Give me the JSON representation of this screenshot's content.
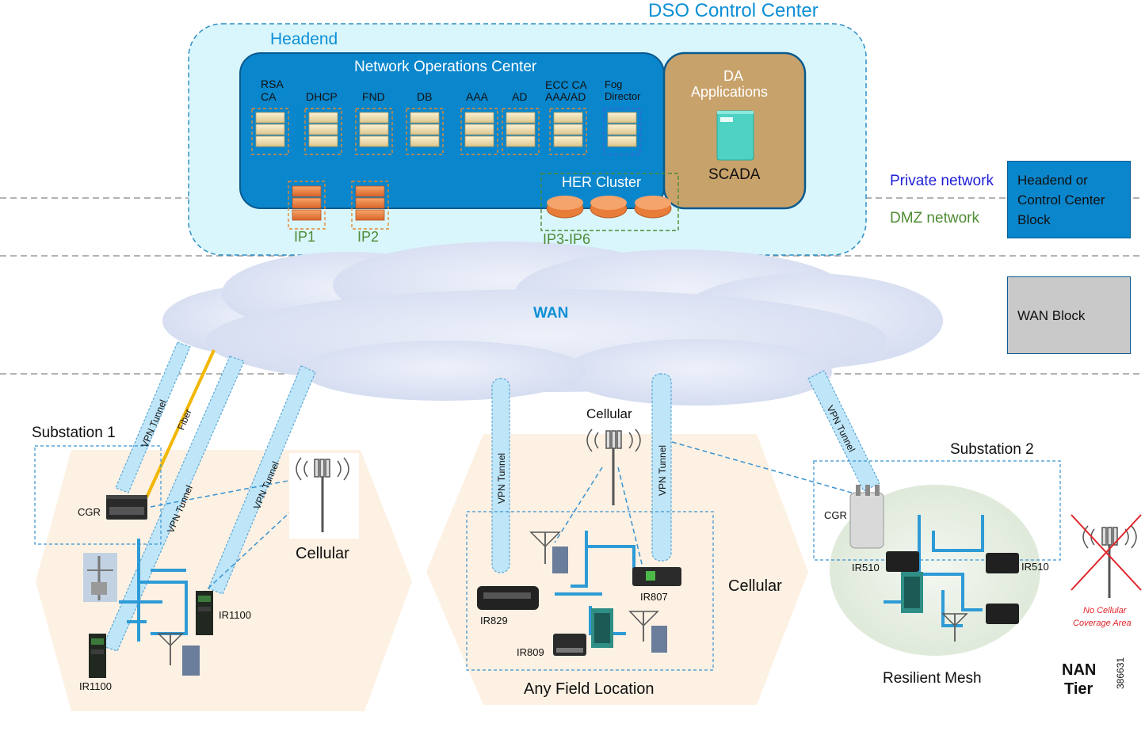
{
  "control_center": {
    "title": "DSO Control Center",
    "headend": "Headend",
    "noc": {
      "title": "Network Operations Center",
      "servers": [
        "RSA CA",
        "DHCP",
        "FND",
        "DB",
        "AAA",
        "AD",
        "ECC CA AAA/AD",
        "Fog Director"
      ]
    },
    "da": {
      "title_line1": "DA",
      "title_line2": "Applications",
      "scada": "SCADA"
    },
    "her_cluster": "HER Cluster",
    "ip_labels": {
      "ip1": "IP1",
      "ip2": "IP2",
      "ip3_6": "IP3-IP6"
    }
  },
  "zones": {
    "private": "Private network",
    "dmz": "DMZ network"
  },
  "blocks": {
    "headend": {
      "line1": "Headend or",
      "line2": "Control Center",
      "line3": "Block"
    },
    "wan": "WAN Block"
  },
  "wan_label": "WAN",
  "field": {
    "substation1": "Substation 1",
    "substation2": "Substation 2",
    "vpn_tunnel": "VPN Tunnel",
    "fiber": "Fiber",
    "cellular": "Cellular",
    "any_field_location": "Any Field Location",
    "resilient_mesh": "Resilient Mesh",
    "no_coverage_line1": "No Cellular",
    "no_coverage_line2": "Coverage Area",
    "nan_line1": "NAN",
    "nan_line2": "Tier",
    "figure_id": "386631"
  },
  "devices": {
    "cgr": "CGR",
    "ir1100": "IR1100",
    "ir829": "IR829",
    "ir809": "IR809",
    "ir807": "IR807",
    "ir510": "IR510"
  },
  "colors": {
    "blue_text": "#0c8fd6",
    "noc_fill": "#0a86cc",
    "da_fill": "#c8a26b",
    "headend_fill": "#d9f6fc",
    "cloud": "#dfe5f4",
    "tunnel": "#bfe6f8",
    "hexagon": "#fdf1e3",
    "mesh": "#e7efe3",
    "private_text": "#1d1dd8",
    "dmz_text": "#4e8b35",
    "orange": "#e87d3a",
    "red": "#e0242a"
  }
}
